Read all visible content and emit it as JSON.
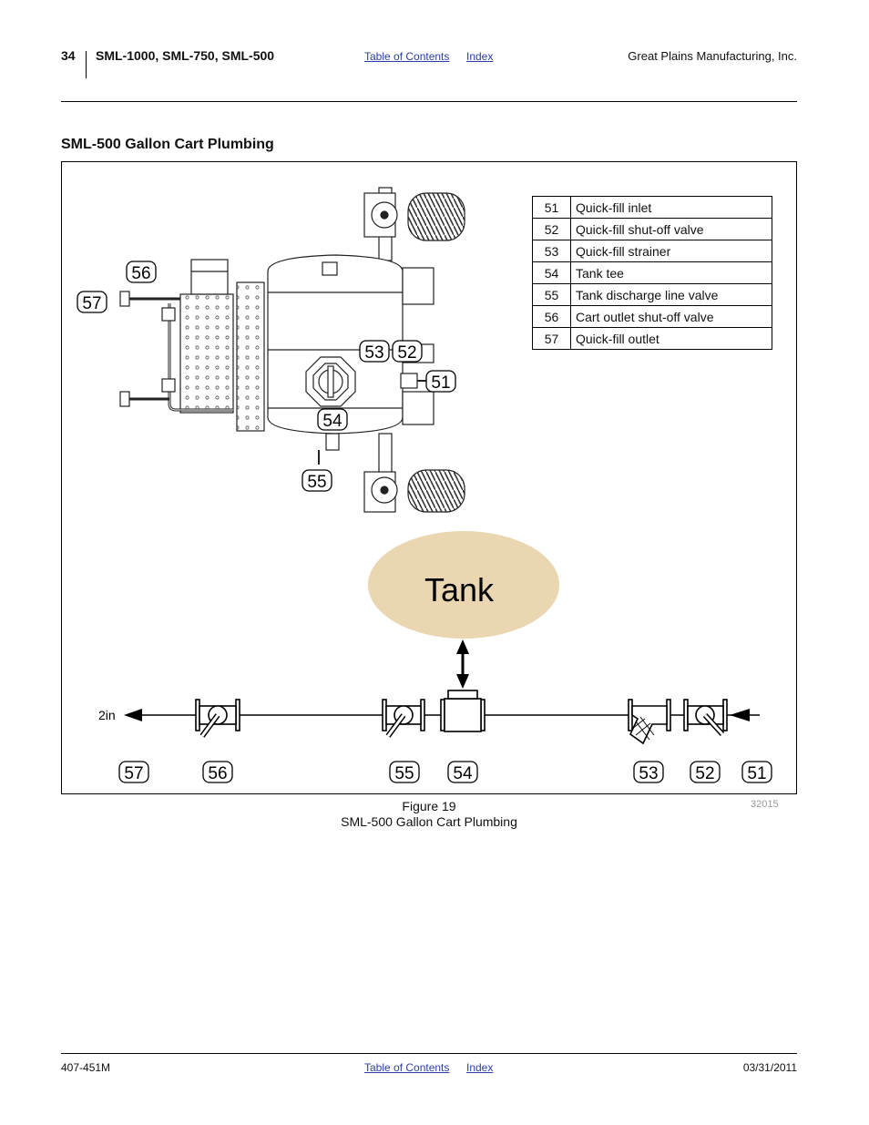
{
  "header": {
    "page_number": "34",
    "doc_title": "SML-1000, SML-750, SML-500",
    "toc_link": "Table of Contents",
    "index_link": "Index",
    "company": "Great Plains Manufacturing, Inc."
  },
  "section_title": "SML-500 Gallon Cart Plumbing",
  "legend": [
    {
      "num": "51",
      "desc": "Quick-fill inlet"
    },
    {
      "num": "52",
      "desc": "Quick-fill shut-off valve"
    },
    {
      "num": "53",
      "desc": "Quick-fill strainer"
    },
    {
      "num": "54",
      "desc": "Tank tee"
    },
    {
      "num": "55",
      "desc": "Tank discharge line valve"
    },
    {
      "num": "56",
      "desc": "Cart outlet shut-off valve"
    },
    {
      "num": "57",
      "desc": "Quick-fill outlet"
    }
  ],
  "diagram": {
    "tank_label": "Tank",
    "outlet_size": "2in",
    "tank_color": "#ead6b0",
    "callouts_top": [
      "56",
      "57",
      "53",
      "52",
      "51",
      "54",
      "55"
    ],
    "callouts_schematic": [
      "57",
      "56",
      "55",
      "54",
      "53",
      "52",
      "51"
    ]
  },
  "figure": {
    "label": "Figure 19",
    "caption": "SML-500 Gallon Cart Plumbing",
    "code": "32015"
  },
  "footer": {
    "doc_number": "407-451M",
    "toc_link": "Table of Contents",
    "index_link": "Index",
    "date": "03/31/2011"
  }
}
